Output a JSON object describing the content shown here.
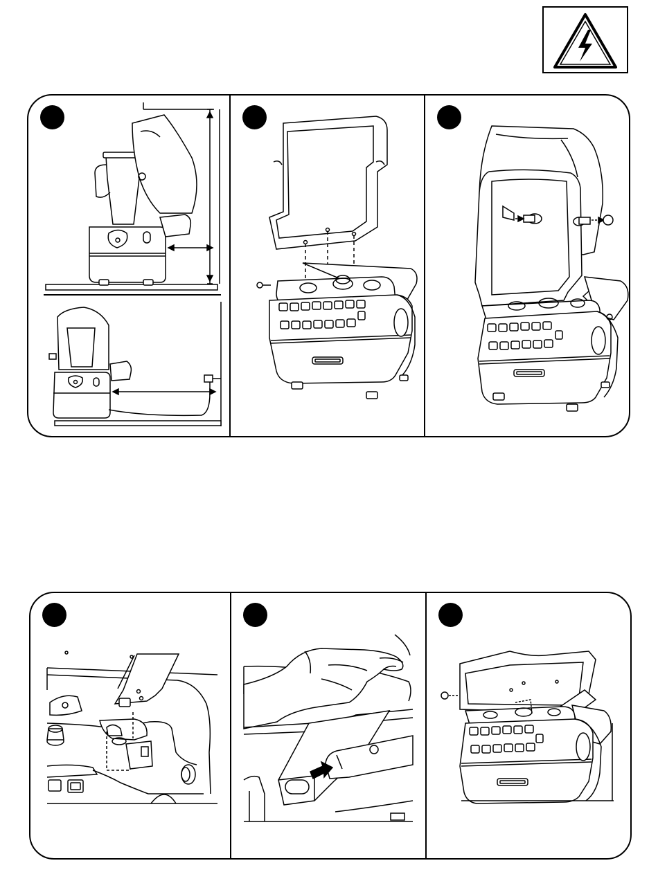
{
  "warning_symbol": {
    "icon": "electric-shock-warning-icon"
  },
  "top_panel": {
    "steps": [
      {
        "number": "",
        "illustration": "blender-clearance-dimensions"
      },
      {
        "number": "",
        "illustration": "attach-sound-shield-to-base"
      },
      {
        "number": "",
        "illustration": "insert-shield-pivot-pins"
      }
    ]
  },
  "bottom_panel": {
    "steps": [
      {
        "number": "",
        "illustration": "align-shield-hinge-closeup"
      },
      {
        "number": "",
        "illustration": "push-shield-into-slot"
      },
      {
        "number": "",
        "illustration": "shield-mounted-on-base"
      }
    ]
  },
  "colors": {
    "line": "#000000",
    "background": "#ffffff"
  }
}
